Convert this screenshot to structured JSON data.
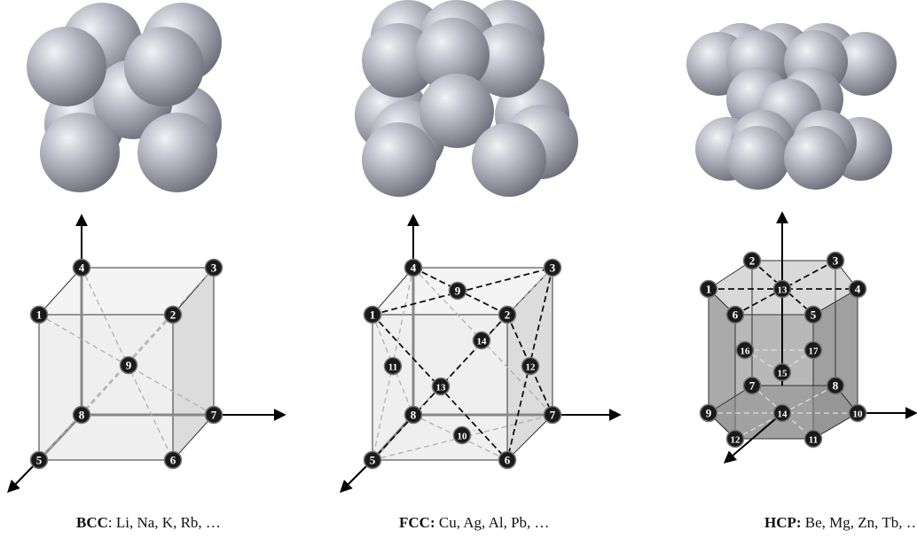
{
  "panels": [
    {
      "id": "bcc",
      "caption_bold": "BCC",
      "caption_rest": ":  Li, Na, K, Rb, …",
      "labels": [
        "1",
        "2",
        "3",
        "4",
        "5",
        "6",
        "7",
        "8",
        "9"
      ]
    },
    {
      "id": "fcc",
      "caption_bold": "FCC:",
      "caption_rest": " Cu, Ag, Al, Pb, …",
      "labels": [
        "1",
        "2",
        "3",
        "4",
        "5",
        "6",
        "7",
        "8",
        "9",
        "10",
        "11",
        "12",
        "13",
        "14"
      ]
    },
    {
      "id": "hcp",
      "caption_bold": "HCP:",
      "caption_rest": " Be, Mg, Zn, Tb, …",
      "labels": [
        "1",
        "2",
        "3",
        "4",
        "5",
        "6",
        "7",
        "8",
        "9",
        "10",
        "11",
        "12",
        "13",
        "14",
        "15",
        "16",
        "17"
      ]
    }
  ],
  "colors": {
    "sphere_light": "#e6e6ee",
    "sphere_mid": "#a4a4b0",
    "sphere_dark": "#6e6e7a",
    "node_fill": "#1a1a1a",
    "edge": "#333333",
    "dashed_light": "#b0b0b0",
    "dashed_dark": "#111111",
    "face_light": "#eeeeee",
    "face_right": "#d8d8d8",
    "face_dark": "#9a9a9a"
  }
}
